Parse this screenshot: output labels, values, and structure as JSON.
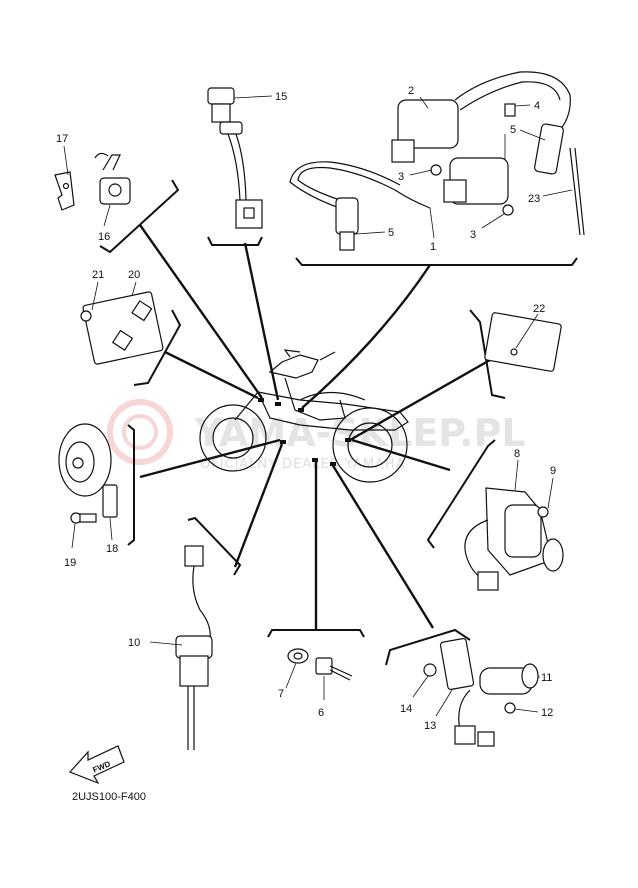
{
  "diagram": {
    "code": "2UJS100-F400",
    "fwd_label": "FWD",
    "watermark": {
      "title": "YAMA-SKLEP.PL",
      "subtitle": "OFICJALNY DEALER YAMAHA"
    },
    "callouts": [
      {
        "id": "c1",
        "label": "1"
      },
      {
        "id": "c2",
        "label": "2"
      },
      {
        "id": "c3a",
        "label": "3"
      },
      {
        "id": "c3b",
        "label": "3"
      },
      {
        "id": "c4",
        "label": "4"
      },
      {
        "id": "c5a",
        "label": "5"
      },
      {
        "id": "c5b",
        "label": "5"
      },
      {
        "id": "c6",
        "label": "6"
      },
      {
        "id": "c7",
        "label": "7"
      },
      {
        "id": "c8",
        "label": "8"
      },
      {
        "id": "c9",
        "label": "9"
      },
      {
        "id": "c10",
        "label": "10"
      },
      {
        "id": "c11",
        "label": "11"
      },
      {
        "id": "c12",
        "label": "12"
      },
      {
        "id": "c13",
        "label": "13"
      },
      {
        "id": "c14",
        "label": "14"
      },
      {
        "id": "c15",
        "label": "15"
      },
      {
        "id": "c16",
        "label": "16"
      },
      {
        "id": "c17",
        "label": "17"
      },
      {
        "id": "c18",
        "label": "18"
      },
      {
        "id": "c19",
        "label": "19"
      },
      {
        "id": "c20",
        "label": "20"
      },
      {
        "id": "c21",
        "label": "21"
      },
      {
        "id": "c22",
        "label": "22"
      },
      {
        "id": "c23",
        "label": "23"
      }
    ]
  }
}
